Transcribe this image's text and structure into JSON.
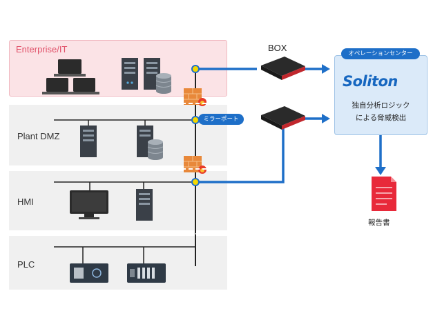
{
  "zones": {
    "enterprise": "Enterprise/IT",
    "dmz": "Plant DMZ",
    "hmi": "HMI",
    "plc": "PLC"
  },
  "box_label": "BOX",
  "mirror_port": "ミラーポート",
  "center": {
    "header": "オペレーションセンター",
    "logo_text": "Soliton",
    "analysis_line1": "独自分析ロジック",
    "analysis_line2": "による脅威検出"
  },
  "report_label": "報告書",
  "colors": {
    "accent_blue": "#1e6fc8",
    "enterprise_text": "#e05068",
    "enterprise_bg": "#fbe3e6",
    "zone_bg": "#f0f0f0",
    "port_yellow": "#f5d800",
    "report_red": "#e8293a"
  },
  "icons": {
    "workstations": "laptop-icon",
    "servers": "server-rack-icon",
    "database": "database-icon",
    "firewall": "firewall-icon",
    "box_appliance": "appliance-icon",
    "monitor": "monitor-icon",
    "plc": "plc-icon",
    "report": "document-icon"
  }
}
